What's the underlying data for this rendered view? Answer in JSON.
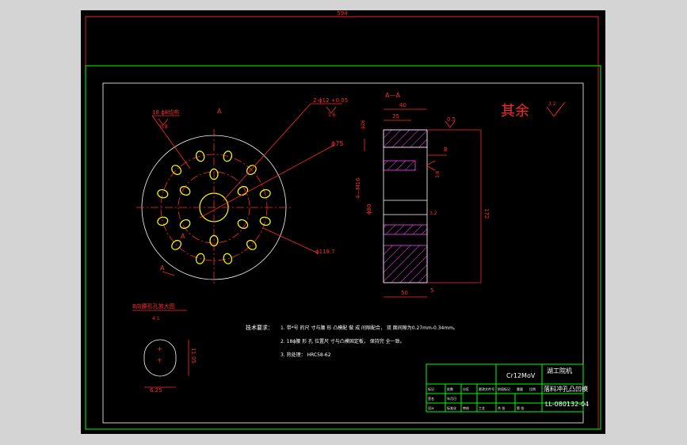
{
  "sheet": {
    "top_dimension": "594",
    "other_note": "其余",
    "other_roughness": "3.2"
  },
  "front_view": {
    "hole_note_top": "18  ϕ8均布",
    "hole_note_top_roughness": "0.8",
    "pin_hole_note": "2-ϕ12 +0.05",
    "pin_hole_roughness": "1.6",
    "dia_75": "ϕ75",
    "dia_118": "ϕ118.7",
    "section_mark_top": "A",
    "section_mark_bottom": "A",
    "detail_mark": "A"
  },
  "section_view": {
    "title": "A—A",
    "dim_40": "40",
    "dim_25": "25",
    "dim_0_5": "0.5",
    "dim_b": "B",
    "dim_3_6": "3.6",
    "dim_4m16": "4—M16",
    "dim_80": "ϕ80",
    "dim_3_2": "3.2",
    "dim_172": "172",
    "dim_50": "50",
    "dim_5": "5",
    "left_small": "ϕ26"
  },
  "detail_view": {
    "title": "B向腰形孔放大图",
    "scale": "4:1",
    "dim_width": "6.25",
    "dim_height": "11.05"
  },
  "notes": {
    "heading": "技术要求：",
    "items": [
      "1.  带*号 的尺 寸与腰 形 凸模配 做 成 间隙配合，  双 面间隙为0.27mm-0.34mm。",
      "2.  18ϕ腰 形 孔 位置尺 寸与凸模固定板，  保持完 全一致。",
      "3.  热处理：  HRC58-62"
    ]
  },
  "title_block": {
    "material": "Cr12MoV",
    "school": "湖工院机",
    "part_name": "落料冲孔凸凹模",
    "drawing_no": "LL-080132-04",
    "cells": [
      "标记",
      "处数",
      "分区",
      "更改文件号",
      "签名",
      "年月日",
      "设计",
      "标准化",
      "审核",
      "工艺",
      "批准",
      "阶段标记",
      "重量",
      "比例",
      "共 张",
      "第 张"
    ]
  },
  "colors": {
    "background": "#000000",
    "dimension": "#ff2a2a",
    "outline": "#ffffff",
    "holes": "#ffff00",
    "frame": "#00ff00",
    "hatch": "#ff44ff"
  }
}
